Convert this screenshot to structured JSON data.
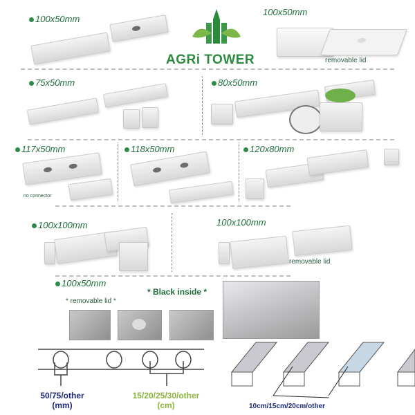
{
  "brand": {
    "name": "AGRi TOWER",
    "accent": "#2b8a3e"
  },
  "colors": {
    "label_green": "#1f6e3a",
    "spec_navy": "#1c2a7a",
    "spec_olive": "#8cb43a"
  },
  "sections": [
    {
      "size": "100x50mm"
    },
    {
      "size": "100x50mm",
      "note": "removable lid"
    },
    {
      "size": "75x50mm"
    },
    {
      "size": "80x50mm"
    },
    {
      "size": "117x50mm",
      "note": "no connector"
    },
    {
      "size": "118x50mm"
    },
    {
      "size": "120x80mm"
    },
    {
      "size": "100x100mm"
    },
    {
      "size": "100x100mm",
      "note": "removable lid"
    },
    {
      "size": "100x50mm",
      "note": "* removable  lid *",
      "note2": "* Black inside *"
    }
  ],
  "specs": {
    "hole_diameter": "50/75/other",
    "hole_unit": "(mm)",
    "hole_spacing": "15/20/25/30/other",
    "spacing_unit": "(cm)",
    "spacing_alt": "10cm/15cm/20cm/other"
  }
}
